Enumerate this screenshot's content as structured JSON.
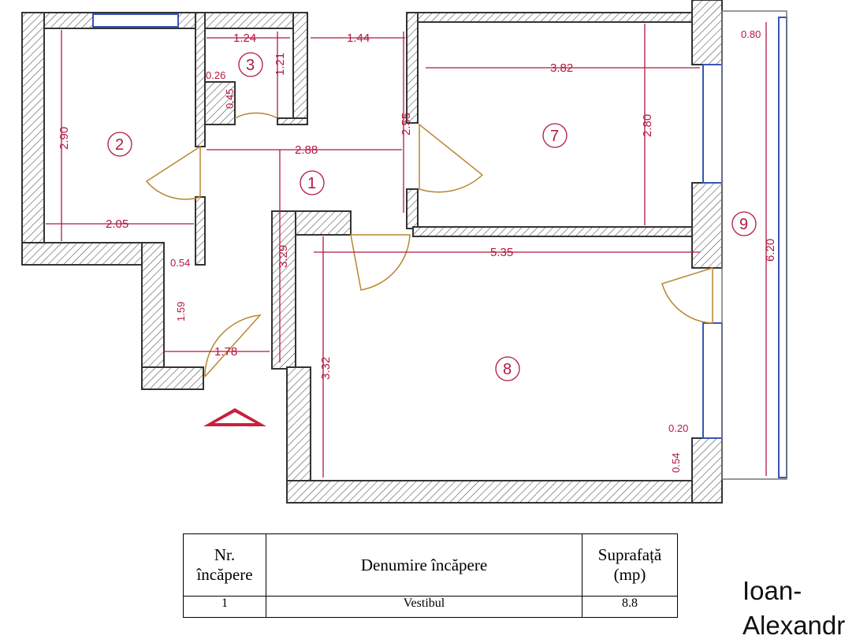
{
  "plan": {
    "dimensions": [
      "1.24",
      "1.44",
      "1.21",
      "0.26",
      "0.45",
      "3.82",
      "0.80",
      "2.55",
      "2.80",
      "2.90",
      "2.88",
      "2.05",
      "0.54",
      "3.29",
      "5.35",
      "6.20",
      "1.59",
      "1.78",
      "3.32",
      "0.20",
      "0.54"
    ],
    "rooms": [
      "1",
      "2",
      "3",
      "7",
      "8",
      "9"
    ],
    "entrance_icon": "entrance-triangle-icon"
  },
  "table": {
    "headers": [
      "Nr. încăpere",
      "Denumire încăpere",
      "Suprafață (mp)"
    ],
    "rows": [
      {
        "nr": "1",
        "name": "Vestibul",
        "area": "8.8"
      }
    ]
  },
  "author": "Ioan-\nAlexandr",
  "colors": {
    "dimension": "#b2193f",
    "door": "#b8862e",
    "window": "#3a53b8",
    "wall": "#333333"
  }
}
